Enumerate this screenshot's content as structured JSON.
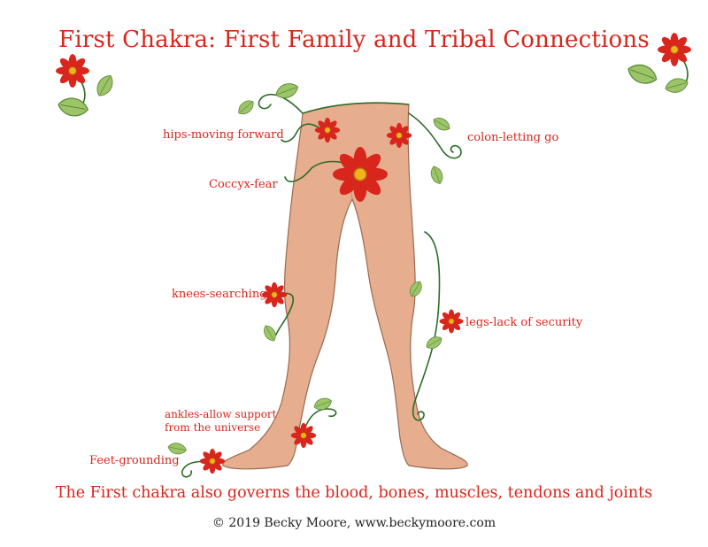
{
  "title": "First Chakra: First Family and Tribal Connections",
  "labels": {
    "hips": "hips-moving forward",
    "colon": "colon-letting go",
    "coccyx": "Coccyx-fear",
    "knees": "knees-searching",
    "legs": "legs-lack of security",
    "ankles_line1": "ankles-allow support",
    "ankles_line2": "from the universe",
    "feet": "Feet-grounding"
  },
  "footer": "The First chakra also governs the blood, bones, muscles, tendons and joints",
  "copyright": "© 2019 Becky Moore, www.beckymoore.com",
  "colors": {
    "text_red": "#d7261c",
    "skin": "#e6ad8e",
    "skin_shadow": "#c98d70",
    "vine": "#2e6b2a",
    "leaf": "#9cc56a",
    "flower": "#d9261c",
    "flower_center": "#f2b21c"
  },
  "icons": [
    "flower-icon",
    "leaf-icon",
    "vine-curl"
  ]
}
